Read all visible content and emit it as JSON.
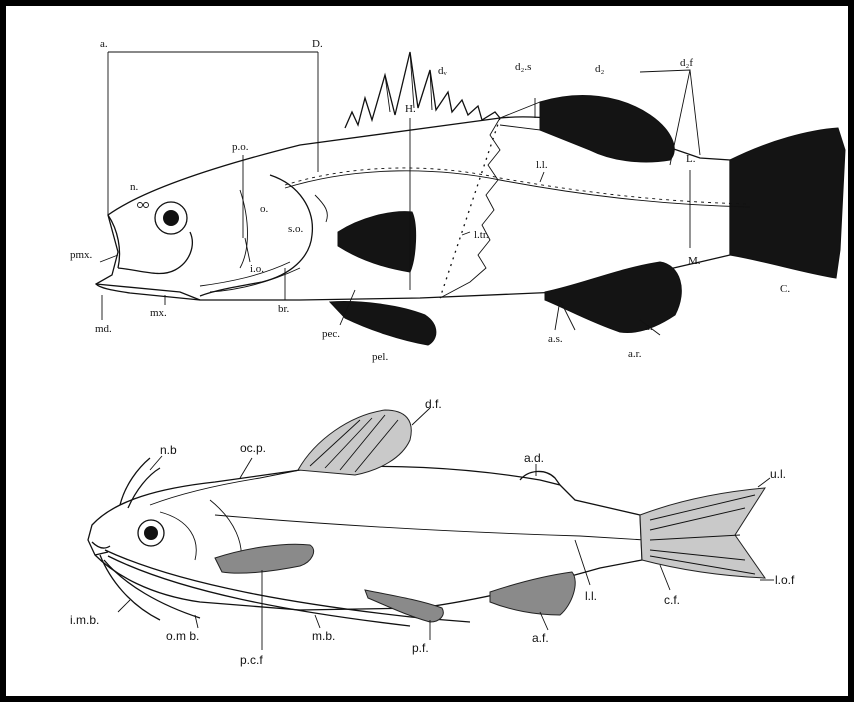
{
  "figure": {
    "perch_labels": {
      "a": "a.",
      "d": "D.",
      "dv": "dᵥ",
      "h": "H.",
      "d2s": "d₂.s",
      "d2": "d₂",
      "d2f": "d₂f",
      "po": "p.o.",
      "o": "o.",
      "n": "n.",
      "so": "s.o.",
      "io": "i.o.",
      "pmx": "pmx.",
      "mx": "mx.",
      "md": "md.",
      "br": "br.",
      "pec": "pec.",
      "pel": "pel.",
      "ll": "l.l.",
      "ltr": "l.tr.",
      "l": "L.",
      "m": "M.",
      "c": "C.",
      "as": "a.s.",
      "ar": "a.r."
    },
    "catfish_labels": {
      "nb": "n.b",
      "ocp": "oc.p.",
      "df": "d.f.",
      "ad": "a.d.",
      "ul": "u.l.",
      "lof": "l.o.f",
      "cf": "c.f.",
      "ll": "l.l.",
      "af": "a.f.",
      "pf": "p.f.",
      "mb": "m.b.",
      "pcf": "p.c.f",
      "omb": "o.m b.",
      "imb": "i.m.b."
    },
    "colors": {
      "border": "#000000",
      "ink": "#111111",
      "fin_dark": "#141414",
      "fin_gray": "#8a8a8a"
    }
  }
}
